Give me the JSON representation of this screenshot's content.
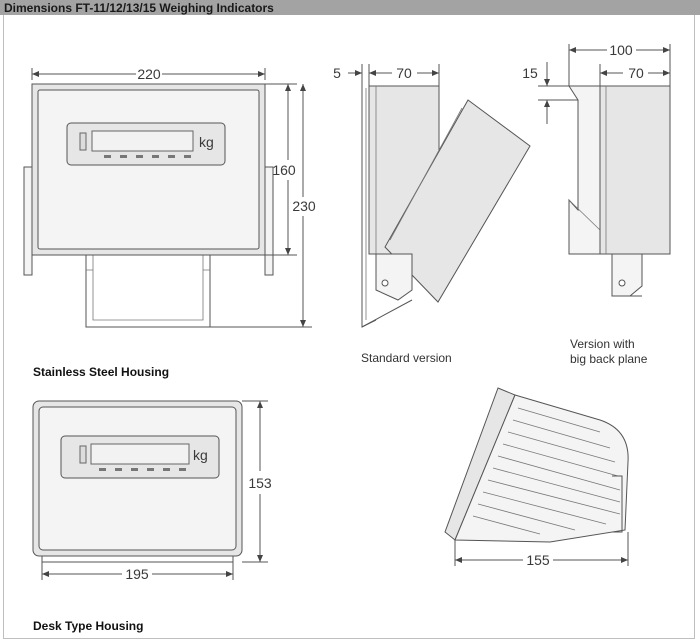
{
  "header": {
    "title": "Dimensions FT-11/12/13/15 Weighing Indicators"
  },
  "captions": {
    "stainless": "Stainless Steel Housing",
    "standard": "Standard version",
    "bigback_line1": "Version with",
    "bigback_line2": "big back plane",
    "desk": "Desk Type Housing"
  },
  "dimensions": {
    "front_width": "220",
    "front_display_height": "160",
    "front_total_height": "230",
    "side_gap": "5",
    "side_depth": "70",
    "back_offset": "15",
    "back_total_depth": "100",
    "back_depth": "70",
    "desk_height": "153",
    "desk_width": "195",
    "desk_depth": "155"
  },
  "display": {
    "unit_label": "kg"
  },
  "colors": {
    "header_bg": "#a3a3a3",
    "line": "#555555",
    "panel_fill": "#e6e6e6"
  }
}
